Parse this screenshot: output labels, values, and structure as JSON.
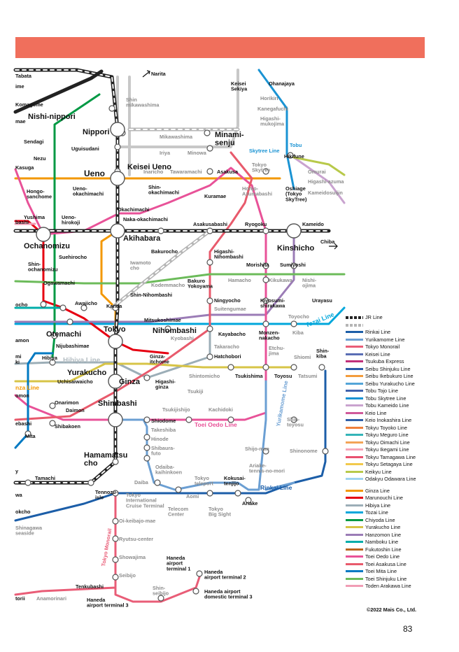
{
  "page": {
    "number": "83",
    "copyright": "©2022 Mais Co., Ltd."
  },
  "colors": {
    "banner": "#f06f5c",
    "jr": "#222222",
    "jr_gray": "#b5b5b5",
    "ginza": "#f39700",
    "marunouchi": "#e60012",
    "hibiya": "#9caeb7",
    "tozai": "#00a7db",
    "chiyoda": "#009944",
    "yurakucho": "#d7c447",
    "hanzomon": "#9b7cb6",
    "namboku": "#00ada9",
    "fukutoshin": "#bb641d",
    "oedo": "#e85298",
    "asakusa": "#e85a6c",
    "mita": "#0079c2",
    "shinjuku": "#6cbb5a",
    "rinkai": "#1c5ea8",
    "yurikamome": "#6b9fd3",
    "monorail": "#e95d77",
    "keisei": "#c8c8c8",
    "skytree": "#1a93d3"
  },
  "line_labels": [
    {
      "text": "Tobu Skytree Line",
      "color": "#1a93d3"
    },
    {
      "text": "Tozai Line",
      "color": "#00a7db"
    },
    {
      "text": "Hibiya Line",
      "color": "#b5bec3"
    },
    {
      "text": "Toei Oedo Line",
      "color": "#e85298"
    },
    {
      "text": "Yurikamome Line",
      "color": "#6b9fd3"
    },
    {
      "text": "Rinkai Line",
      "color": "#1c5ea8"
    },
    {
      "text": "Tokyo Monorail",
      "color": "#e95d77"
    },
    {
      "text": "nza Line",
      "color": "#f39700"
    }
  ],
  "stations": [
    {
      "label": "Tabata"
    },
    {
      "label": "Komagome"
    },
    {
      "label": "Nishi-nippori"
    },
    {
      "label": "Nippori"
    },
    {
      "label": "Sendagi"
    },
    {
      "label": "Nezu"
    },
    {
      "label": "Kasuga"
    },
    {
      "label": "Uguisudani"
    },
    {
      "label": "Ueno"
    },
    {
      "label": "Keisei Ueno"
    },
    {
      "label": "Shin-mikawashima"
    },
    {
      "label": "Mikawashima"
    },
    {
      "label": "Minami-senju"
    },
    {
      "label": "Iriya"
    },
    {
      "label": "Minowa"
    },
    {
      "label": "Inaricho"
    },
    {
      "label": "Tawaramachi"
    },
    {
      "label": "Asakusa"
    },
    {
      "label": "Tokyo Skytree"
    },
    {
      "label": "Hikifune"
    },
    {
      "label": "Omurai"
    },
    {
      "label": "Higashi-azuma"
    },
    {
      "label": "Kameidosuijin"
    },
    {
      "label": "Keisei Sekiya"
    },
    {
      "label": "Ohanajaya"
    },
    {
      "label": "Horikiri"
    },
    {
      "label": "Kanegafuchi"
    },
    {
      "label": "Higashi-mukojima"
    },
    {
      "label": "Hongo-sanchome"
    },
    {
      "label": "Ueno-okachimachi"
    },
    {
      "label": "Shin-okachimachi"
    },
    {
      "label": "Kuramae"
    },
    {
      "label": "Honjo-Azumabashi"
    },
    {
      "label": "Oshiage (Tokyo SkyTree)"
    },
    {
      "label": "Okachimachi"
    },
    {
      "label": "Naka-okachimachi"
    },
    {
      "label": "Yushima"
    },
    {
      "label": "Ueno-hirokoji"
    },
    {
      "label": "Asakusabashi"
    },
    {
      "label": "Ryogoku"
    },
    {
      "label": "Kameido"
    },
    {
      "label": "Chiba"
    },
    {
      "label": "Ochanomizu"
    },
    {
      "label": "Akihabara"
    },
    {
      "label": "Kinshicho"
    },
    {
      "label": "Suehirocho"
    },
    {
      "label": "Shin-ochanomizu"
    },
    {
      "label": "Bakurocho"
    },
    {
      "label": "Higashi-Nihombashi"
    },
    {
      "label": "Morishita"
    },
    {
      "label": "Sumiyoshi"
    },
    {
      "label": "Iwamoto-cho"
    },
    {
      "label": "Ogawamachi"
    },
    {
      "label": "Kodemmacho"
    },
    {
      "label": "Bakuro Yokoyama"
    },
    {
      "label": "Hamacho"
    },
    {
      "label": "Kikukawa"
    },
    {
      "label": "Nishi-ojima"
    },
    {
      "label": "Shin-Nihombashi"
    },
    {
      "label": "Awajicho"
    },
    {
      "label": "Kanda"
    },
    {
      "label": "Ningyocho"
    },
    {
      "label": "Suitengumae"
    },
    {
      "label": "Kiyosumi-shirakawa"
    },
    {
      "label": "Urayasu"
    },
    {
      "label": "Mitsukoshimae"
    },
    {
      "label": "Toyocho"
    },
    {
      "label": "Otemachi"
    },
    {
      "label": "Tokyo"
    },
    {
      "label": "Nihombashi"
    },
    {
      "label": "Kayabacho"
    },
    {
      "label": "Monzen-nakacho"
    },
    {
      "label": "Kiba"
    },
    {
      "label": "Kyobashi"
    },
    {
      "label": "Nijubashimae"
    },
    {
      "label": "Takaracho"
    },
    {
      "label": "Hatchobori"
    },
    {
      "label": "Etchu-jima"
    },
    {
      "label": "Shiomi"
    },
    {
      "label": "Shin-kiba"
    },
    {
      "label": "Hibiya"
    },
    {
      "label": "Yurakucho"
    },
    {
      "label": "Ginza-itchome"
    },
    {
      "label": "Shintomicho"
    },
    {
      "label": "Tsukishima"
    },
    {
      "label": "Toyosu"
    },
    {
      "label": "Tatsumi"
    },
    {
      "label": "Uchisaiwaicho"
    },
    {
      "label": "Ginza"
    },
    {
      "label": "Higashi-ginza"
    },
    {
      "label": "Tsukiji"
    },
    {
      "label": "Onarimon"
    },
    {
      "label": "Daimon"
    },
    {
      "label": "Shimbashi"
    },
    {
      "label": "Tsukijishijo"
    },
    {
      "label": "Kachidoki"
    },
    {
      "label": "Shibakoen"
    },
    {
      "label": "Shiodome"
    },
    {
      "label": "Shin-toyosu"
    },
    {
      "label": "Takeshiba"
    },
    {
      "label": "Mita"
    },
    {
      "label": "Hinode"
    },
    {
      "label": "Shibaura-futo"
    },
    {
      "label": "Shinonome"
    },
    {
      "label": "Hamamatsucho"
    },
    {
      "label": "Shijo-mae"
    },
    {
      "label": "Ariake-tennis-no-mori"
    },
    {
      "label": "Tamachi"
    },
    {
      "label": "Odaiba-kaihinkoen"
    },
    {
      "label": "Daiba"
    },
    {
      "label": "Tokyo teleport"
    },
    {
      "label": "Kokusai-tenjijo"
    },
    {
      "label": "Tennozu-isle"
    },
    {
      "label": "Aomi"
    },
    {
      "label": "Ariake"
    },
    {
      "label": "Tokyo International Cruise Terminal"
    },
    {
      "label": "Telecom Center"
    },
    {
      "label": "Tokyo Big Sight"
    },
    {
      "label": "Shinagawa seaside"
    },
    {
      "label": "Oi-keibajo-mae"
    },
    {
      "label": "Ryutsu-center"
    },
    {
      "label": "Showajima"
    },
    {
      "label": "Seibijo"
    },
    {
      "label": "Haneda airport terminal 1"
    },
    {
      "label": "Haneda airport terminal 2"
    },
    {
      "label": "Tenkubashi"
    },
    {
      "label": "Shin-seibijo"
    },
    {
      "label": "Haneda airport domestic terminal 3"
    },
    {
      "label": "Haneda airport terminal 3"
    },
    {
      "label": "Anamorinari"
    },
    {
      "label": "Narita"
    }
  ],
  "legend": {
    "items": [
      {
        "label": "JR Line",
        "color": "#222222"
      },
      {
        "label": "",
        "color": "#b5b5b5"
      },
      {
        "label": "Rinkai Line",
        "color": "#1c5ea8"
      },
      {
        "label": "Yurikamome Line",
        "color": "#6b9fd3"
      },
      {
        "label": "Tokyo Monorail",
        "color": "#e95d77"
      },
      {
        "label": "Keisei Line",
        "color": "#5a6eb4"
      },
      {
        "label": "Tsukuba Express",
        "color": "#c0307a"
      },
      {
        "label": "Seibu Shinjuku Line",
        "color": "#2a5aa8"
      },
      {
        "label": "Seibu Ikebukuro Line",
        "color": "#f39c3c"
      },
      {
        "label": "Seibu Yurakucho Line",
        "color": "#54a5d8"
      },
      {
        "label": "Tobu Tojo Line",
        "color": "#3f62ad"
      },
      {
        "label": "Tobu Skytree Line",
        "color": "#1a93d3"
      },
      {
        "label": "Tobu Kameido Line",
        "color": "#c9a3cf"
      },
      {
        "label": "Keio Line",
        "color": "#d0599a"
      },
      {
        "label": "Keio Inokashira Line",
        "color": "#2f5fa8"
      },
      {
        "label": "Tokyu Toyoko Line",
        "color": "#ef7f3a"
      },
      {
        "label": "Tokyu Meguro Line",
        "color": "#34b4b8"
      },
      {
        "label": "Tokyu Oimachi Line",
        "color": "#f3a457"
      },
      {
        "label": "Tokyu Ikegami Line",
        "color": "#f6a5b8"
      },
      {
        "label": "Tokyu Tamagawa Line",
        "color": "#e8506f"
      },
      {
        "label": "Tokyu Setagaya Line",
        "color": "#f2c94c"
      },
      {
        "label": "Keikyu Line",
        "color": "#b8c94a"
      },
      {
        "label": "Odakyu Odawara Line",
        "color": "#9fd3f0"
      },
      {
        "label": "Ginza Line",
        "color": "#f39700"
      },
      {
        "label": "Marunouchi Line",
        "color": "#e60012"
      },
      {
        "label": "Hibiya Line",
        "color": "#9caeb7"
      },
      {
        "label": "Tozai Line",
        "color": "#00a7db"
      },
      {
        "label": "Chiyoda Line",
        "color": "#009944"
      },
      {
        "label": "Yurakucho Line",
        "color": "#d7c447"
      },
      {
        "label": "Hanzomon Line",
        "color": "#9b7cb6"
      },
      {
        "label": "Namboku Line",
        "color": "#00ada9"
      },
      {
        "label": "Fukutoshin Line",
        "color": "#bb641d"
      },
      {
        "label": "Toei Oedo Line",
        "color": "#e85298"
      },
      {
        "label": "Toei Asakusa Line",
        "color": "#e85a6c"
      },
      {
        "label": "Toei Mita Line",
        "color": "#0079c2"
      },
      {
        "label": "Toei Shinjuku Line",
        "color": "#6cbb5a"
      },
      {
        "label": "Toden Arakawa Line",
        "color": "#f19db5"
      }
    ]
  },
  "partial_labels": [
    "ime",
    "mae",
    "bashi",
    "ebashi",
    "ocho",
    "okcho",
    "amon",
    "mi",
    "ki",
    "omon",
    "wa",
    "torii",
    "y"
  ]
}
